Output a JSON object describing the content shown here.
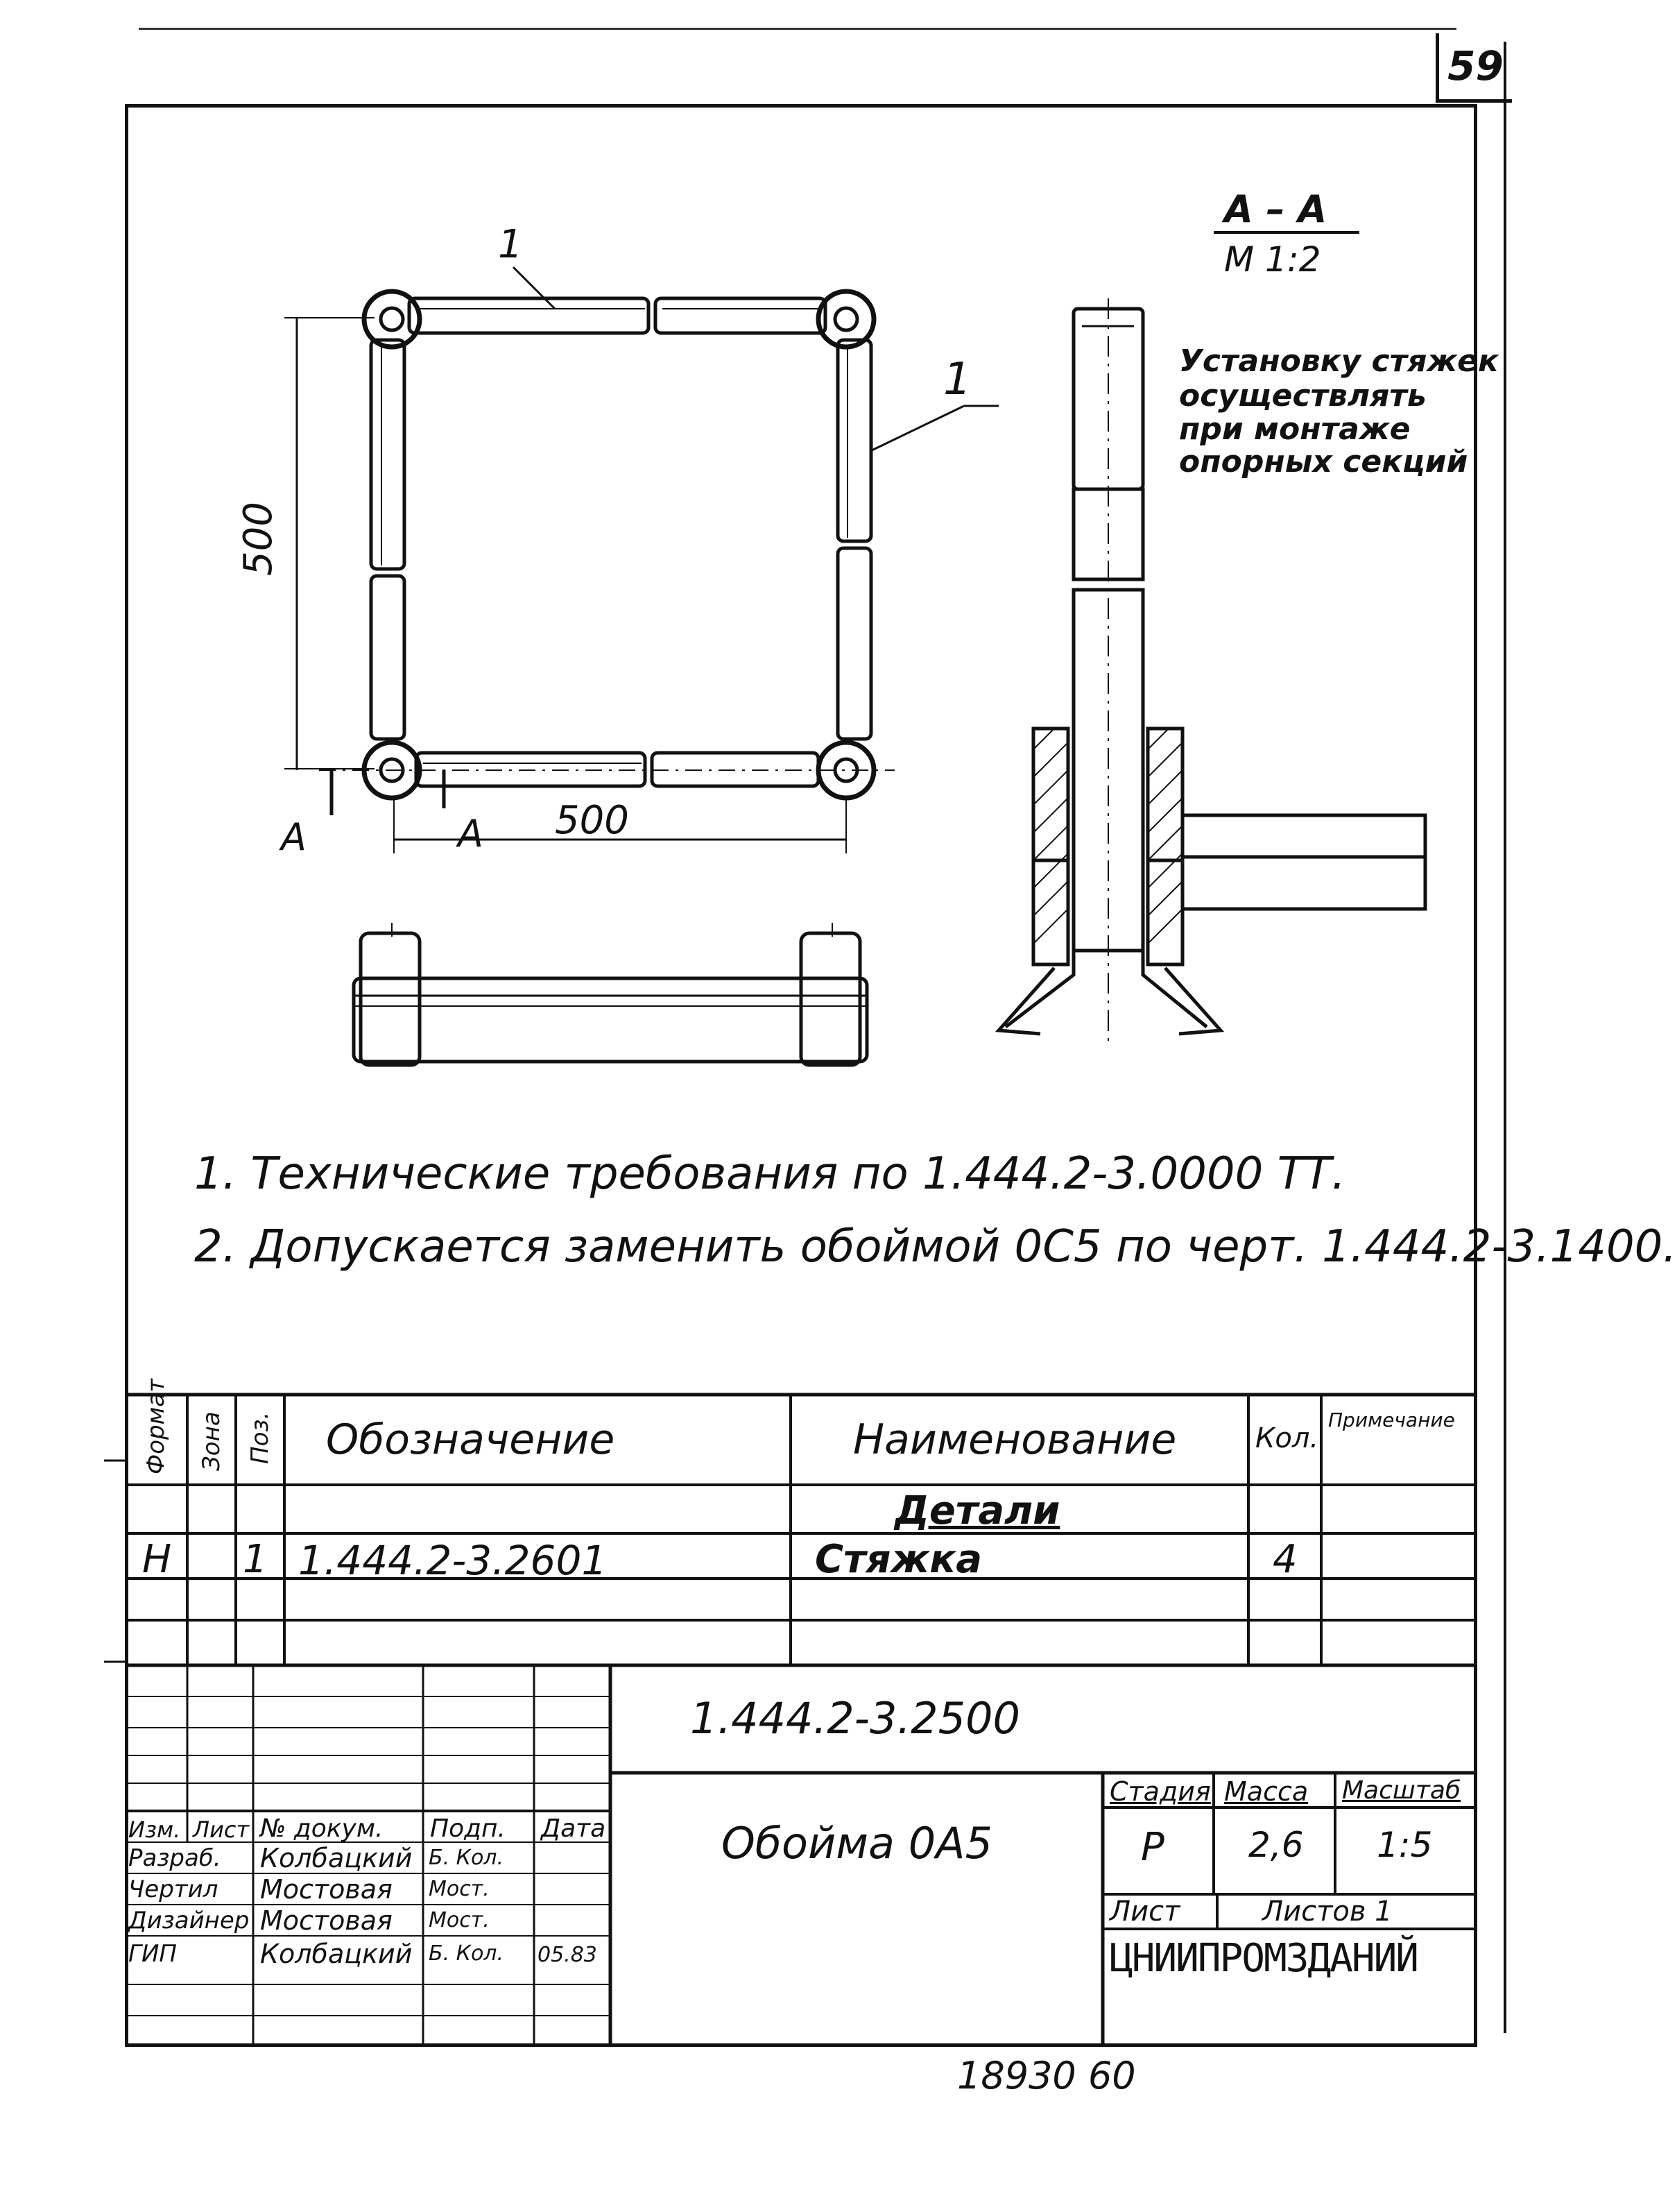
{
  "page_number": "59",
  "section": {
    "name": "А – А",
    "scale": "М 1:2"
  },
  "mounting_note": [
    "Установку стяжек",
    "осуществлять",
    "при монтаже",
    "опорных секций"
  ],
  "callouts": {
    "part_top": "1",
    "part_right": "1"
  },
  "dimensions": {
    "vertical": "500",
    "horizontal": "500",
    "cut_left": "А",
    "cut_right": "А"
  },
  "notes": [
    "1. Технические требования по 1.444.2-3.0000 ТТ.",
    "2. Допускается заменить обоймой 0С5 по черт. 1.444.2-3.1400."
  ],
  "spec_table": {
    "headers": {
      "format": "Формат",
      "zone": "Зона",
      "pos": "Поз.",
      "designation": "Обозначение",
      "name": "Наименование",
      "qty": "Кол.",
      "note": "Примечание"
    },
    "section_title": "Детали",
    "rows": [
      {
        "format": "Н",
        "zone": "",
        "pos": "1",
        "designation": "1.444.2-3.2601",
        "name": "Стяжка",
        "qty": "4",
        "note": ""
      }
    ]
  },
  "title_block": {
    "document_code": "1.444.2-3.2500",
    "title": "Обойма 0А5",
    "headers": {
      "change": "Изм.",
      "sheet": "Лист",
      "doc_no": "№ докум.",
      "sign": "Подп.",
      "date": "Дата"
    },
    "people": [
      {
        "role": "Разраб.",
        "name": "Колбацкий",
        "sign": "Б. Кол.",
        "date": ""
      },
      {
        "role": "Чертил",
        "name": "Мостовая",
        "sign": "Мост.",
        "date": ""
      },
      {
        "role": "Дизайнер",
        "name": "Мостовая",
        "sign": "Мост.",
        "date": ""
      },
      {
        "role": "ГИП",
        "name": "Колбацкий",
        "sign": "Б. Кол.",
        "date": "05.83"
      }
    ],
    "stage_label": "Стадия",
    "mass_label": "Масса",
    "scale_label": "Масштаб",
    "stage": "Р",
    "mass": "2,6",
    "scale": "1:5",
    "sheet_label": "Лист",
    "sheets_label": "Листов 1",
    "organization": "ЦНИИПРОМЗДАНИЙ"
  },
  "bottom_numbers": "18930 60",
  "colors": {
    "ink": "#111111",
    "paper": "#ffffff"
  }
}
